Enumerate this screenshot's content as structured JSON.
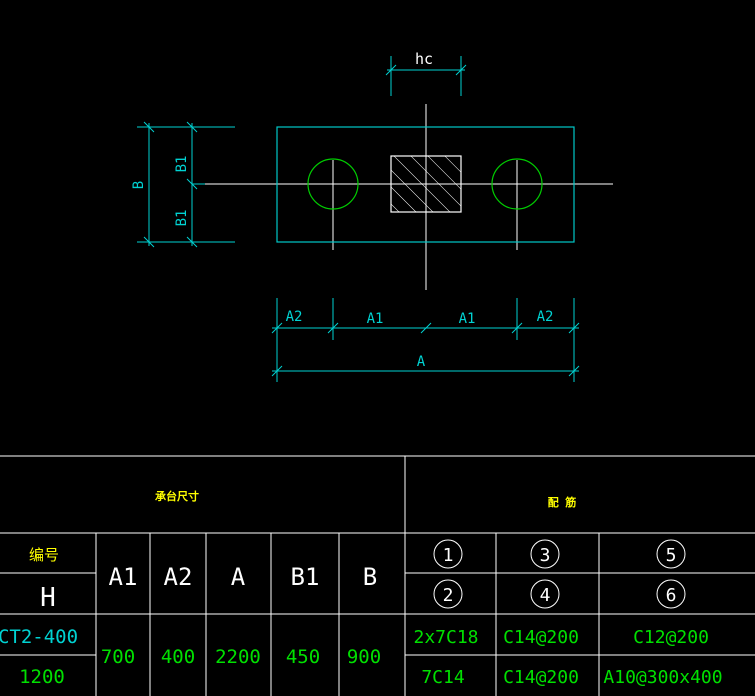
{
  "colors": {
    "background": "#000000",
    "outline": "#00c8c8",
    "dimension": "#00d2d2",
    "circle": "#00cc00",
    "white": "#ffffff",
    "heading": "#ffff00",
    "green_text": "#00e000"
  },
  "drawing": {
    "hc": "hc",
    "B": "B",
    "B1_top": "B1",
    "B1_bottom": "B1",
    "A2_left": "A2",
    "A1_left": "A1",
    "A1_right": "A1",
    "A2_right": "A2",
    "A": "A"
  },
  "table": {
    "left_title": "承台尺寸",
    "right_title": "配  筋",
    "col_code": "编号",
    "col_H": "H",
    "col_A1": "A1",
    "col_A2": "A2",
    "col_A": "A",
    "col_B1": "B1",
    "col_B": "B",
    "bar_1": "1",
    "bar_2": "2",
    "bar_3": "3",
    "bar_4": "4",
    "bar_5": "5",
    "bar_6": "6",
    "row": {
      "code": "CT2-400",
      "H": "1200",
      "A1": "700",
      "A2": "400",
      "A": "2200",
      "B1": "450",
      "B": "900",
      "r1": "2x7C18",
      "r2": "7C14",
      "r3": "C14@200",
      "r4": "C14@200",
      "r5": "C12@200",
      "r6": "A10@300x400"
    }
  }
}
